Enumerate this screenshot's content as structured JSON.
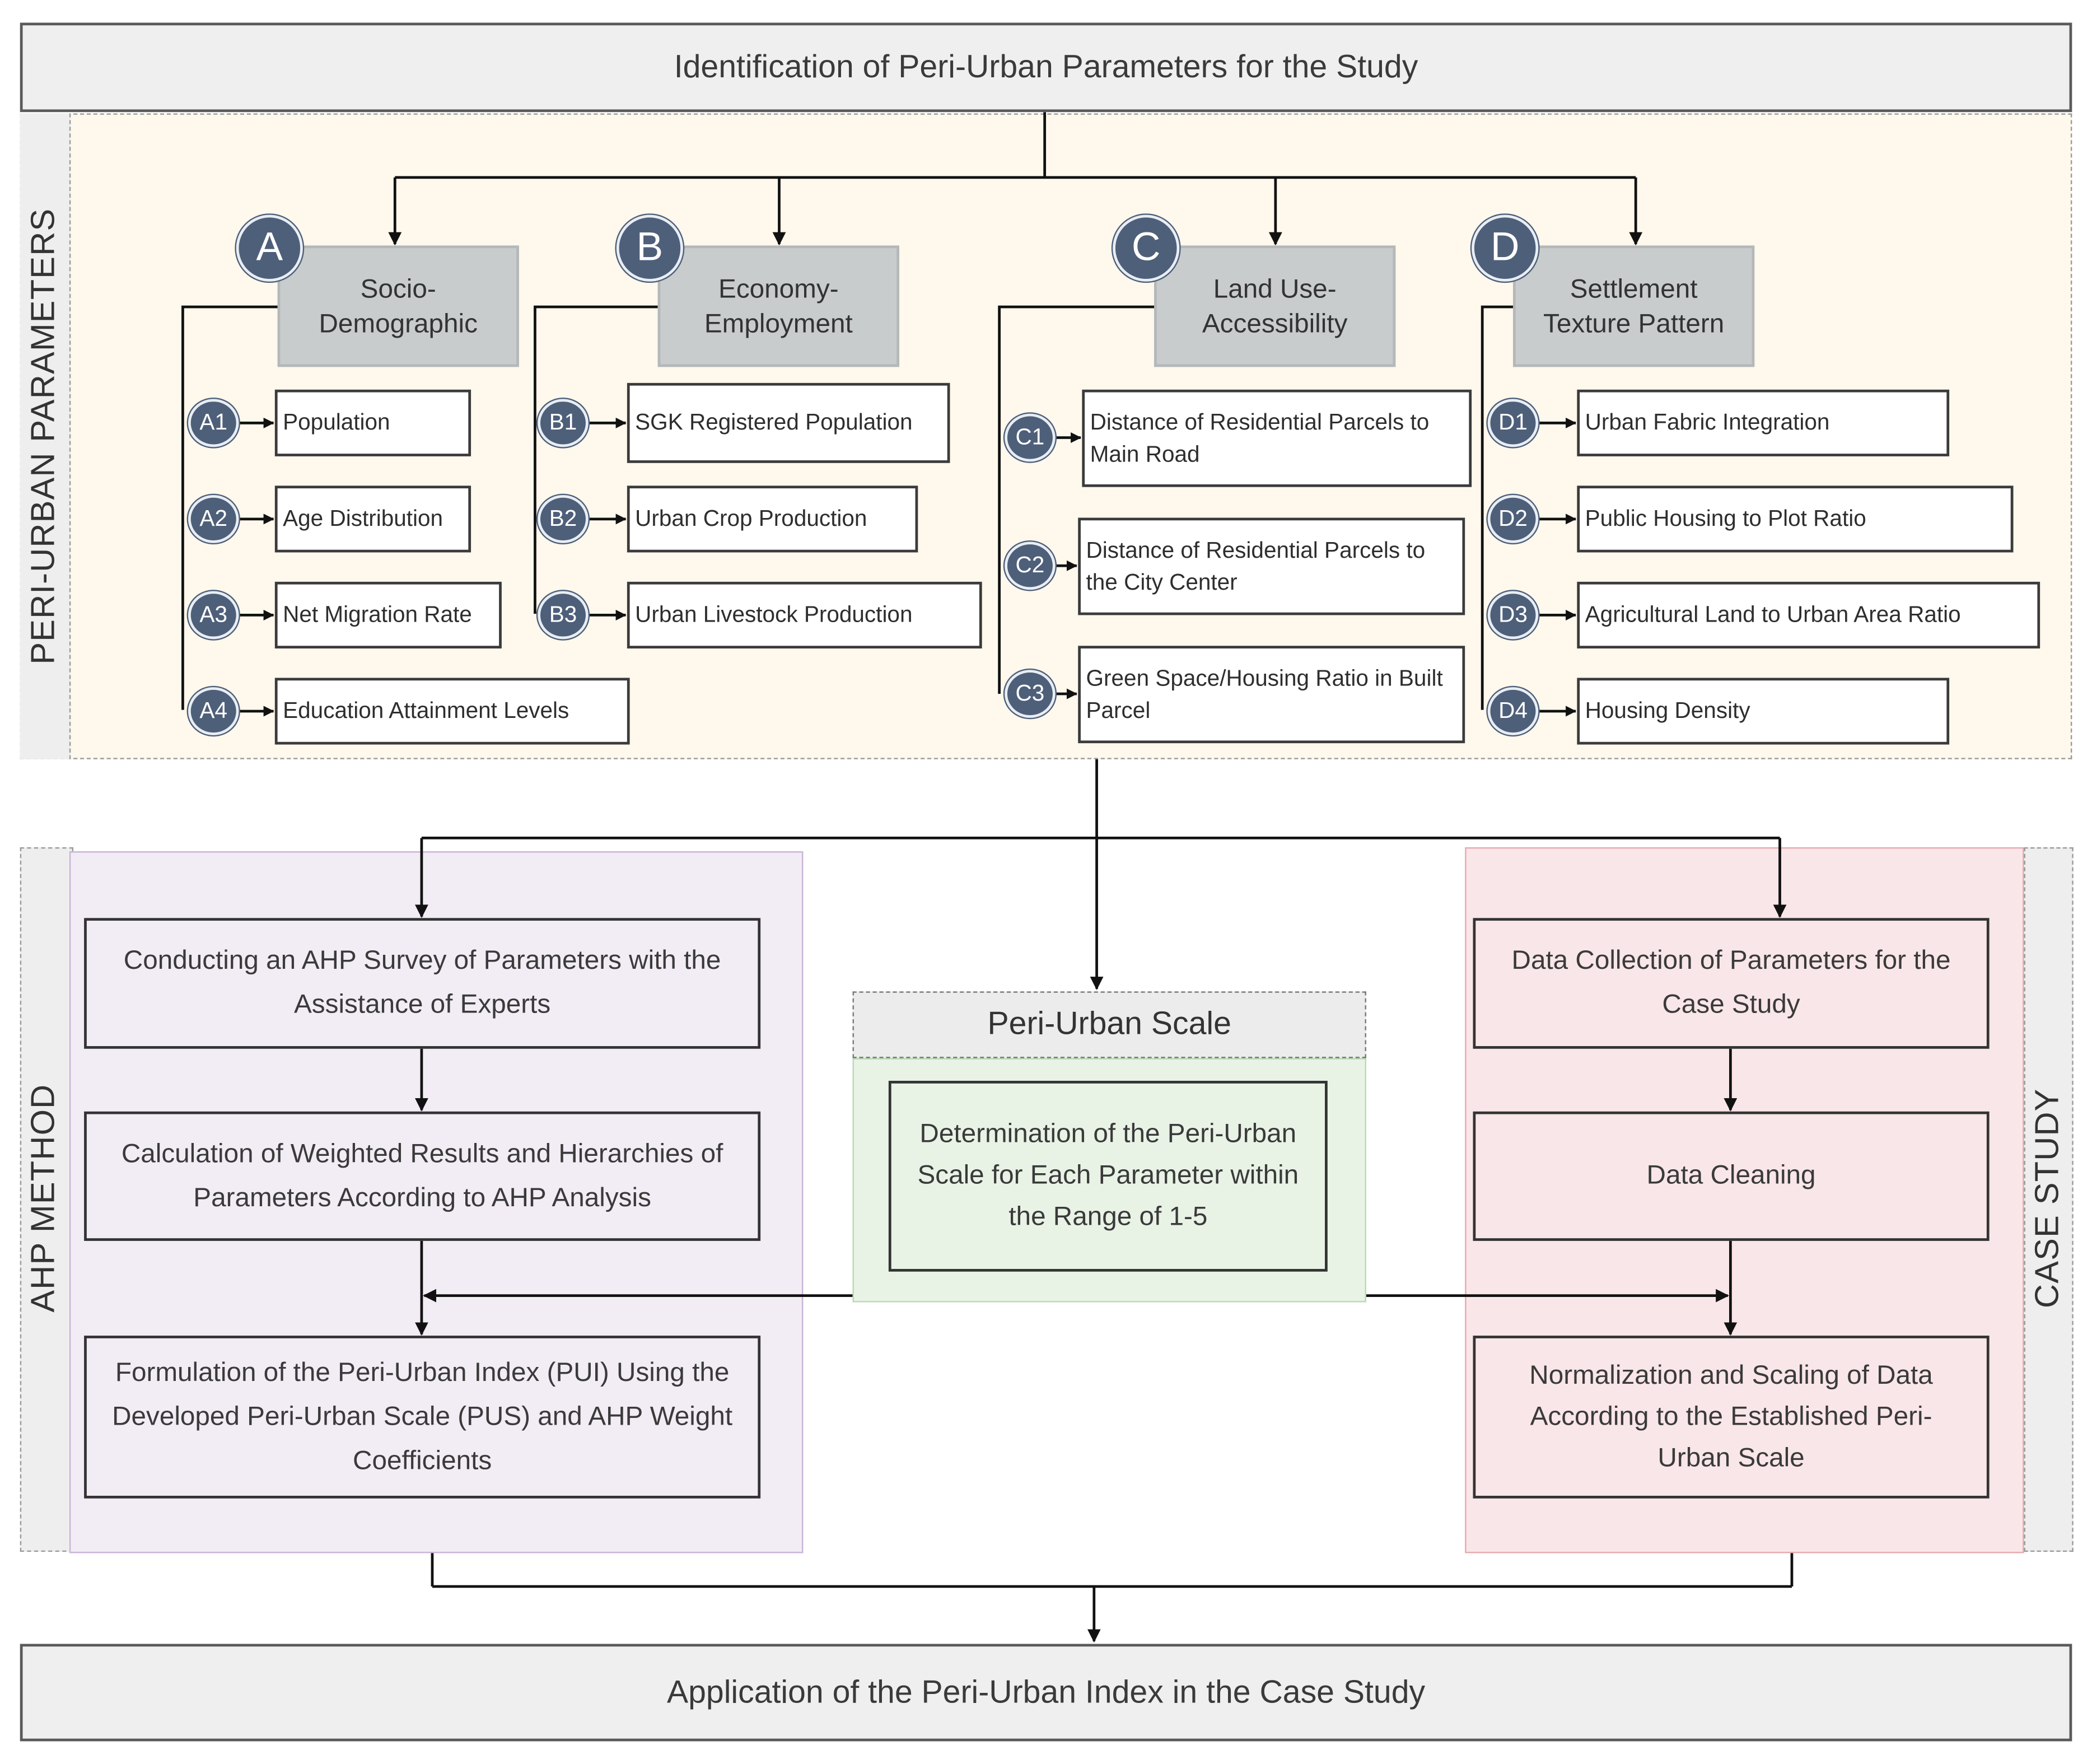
{
  "top_banner": "Identification of Peri-Urban Parameters for the Study",
  "bottom_banner": "Application of the Peri-Urban Index in the Case Study",
  "section_labels": {
    "parameters": "PERI-URBAN PARAMETERS",
    "ahp": "AHP METHOD",
    "case": "CASE STUDY"
  },
  "categories": [
    {
      "letter": "A",
      "name": "Socio-\nDemographic",
      "items": [
        {
          "code": "A1",
          "label": "Population"
        },
        {
          "code": "A2",
          "label": "Age Distribution"
        },
        {
          "code": "A3",
          "label": "Net Migration Rate"
        },
        {
          "code": "A4",
          "label": "Education Attainment Levels"
        }
      ]
    },
    {
      "letter": "B",
      "name": "Economy-\nEmployment",
      "items": [
        {
          "code": "B1",
          "label": "SGK Registered Population"
        },
        {
          "code": "B2",
          "label": "Urban Crop Production"
        },
        {
          "code": "B3",
          "label": "Urban Livestock Production"
        }
      ]
    },
    {
      "letter": "C",
      "name": "Land Use-\nAccessibility",
      "items": [
        {
          "code": "C1",
          "label": "Distance of Residential Parcels to Main Road"
        },
        {
          "code": "C2",
          "label": "Distance of Residential Parcels to the City Center"
        },
        {
          "code": "C3",
          "label": "Green Space/Housing Ratio in Built Parcel"
        }
      ]
    },
    {
      "letter": "D",
      "name": "Settlement\nTexture Pattern",
      "items": [
        {
          "code": "D1",
          "label": "Urban Fabric Integration"
        },
        {
          "code": "D2",
          "label": "Public Housing to Plot Ratio"
        },
        {
          "code": "D3",
          "label": "Agricultural Land to Urban Area Ratio"
        },
        {
          "code": "D4",
          "label": "Housing Density"
        }
      ]
    }
  ],
  "ahp_steps": [
    "Conducting an AHP Survey of Parameters with the Assistance of Experts",
    "Calculation of Weighted Results and Hierarchies of Parameters According to AHP Analysis",
    "Formulation of the Peri-Urban Index (PUI) Using the Developed Peri-Urban Scale (PUS) and AHP Weight Coefficients"
  ],
  "scale": {
    "title": "Peri-Urban Scale",
    "step": "Determination of the Peri-Urban Scale for Each Parameter within the Range of 1-5"
  },
  "case_steps": [
    "Data Collection of Parameters for the Case Study",
    "Data Cleaning",
    "Normalization and Scaling of Data According to the Established Peri-Urban Scale"
  ]
}
